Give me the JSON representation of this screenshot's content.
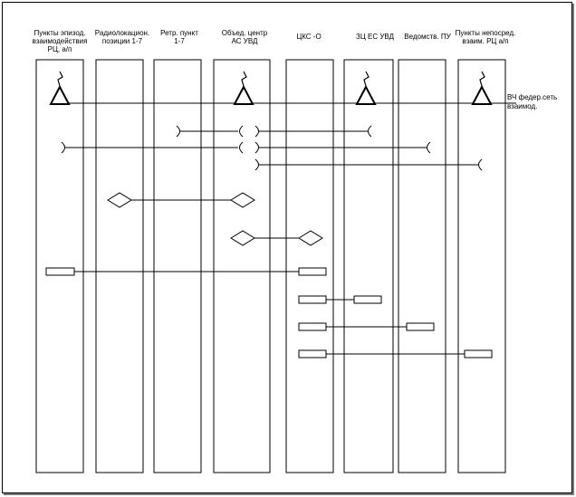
{
  "columns": [
    {
      "id": "c1",
      "label": "Пункты эпизод.\nвзаимодействия\nРЦ, а/п"
    },
    {
      "id": "c2",
      "label": "Радиолокацион.\nпозиции 1-7"
    },
    {
      "id": "c3",
      "label": "Ретр. пункт\n1-7"
    },
    {
      "id": "c4",
      "label": "Объед. центр\nАС УВД"
    },
    {
      "id": "c5",
      "label": "ЦКС -О"
    },
    {
      "id": "c6",
      "label": "ЗЦ ЕС УВД"
    },
    {
      "id": "c7",
      "label": "Ведомств. ПУ"
    },
    {
      "id": "c8",
      "label": "Пункты непосред.\nвзаим. РЦ а/п"
    }
  ],
  "note": "ВЧ федер.сеть\nвзаимод.",
  "links": [
    {
      "type": "hf",
      "nodes": [
        "c1",
        "c4",
        "c6",
        "c8"
      ]
    },
    {
      "type": "arc",
      "from": "c3",
      "to": "c4"
    },
    {
      "type": "arc",
      "from": "c4",
      "to": "c6"
    },
    {
      "type": "arc",
      "from": "c1",
      "to": "c4"
    },
    {
      "type": "arc",
      "from": "c4",
      "to": "c7"
    },
    {
      "type": "arc",
      "from": "c4",
      "to": "c8"
    },
    {
      "type": "diamond",
      "from": "c2",
      "to": "c4"
    },
    {
      "type": "diamond",
      "from": "c4",
      "to": "c5"
    },
    {
      "type": "rect",
      "from": "c1",
      "to": "c5"
    },
    {
      "type": "rect",
      "from": "c5",
      "to": "c6"
    },
    {
      "type": "rect",
      "from": "c5",
      "to": "c7"
    },
    {
      "type": "rect",
      "from": "c5",
      "to": "c8"
    }
  ]
}
